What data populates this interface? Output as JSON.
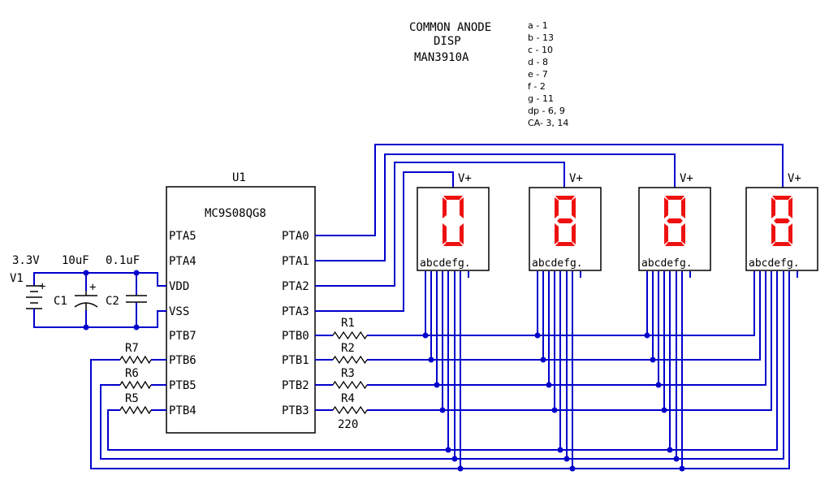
{
  "header": {
    "title_lines": [
      "COMMON ANODE",
      "DISP",
      "MAN3910A"
    ]
  },
  "pin_map": [
    "a - 1",
    "b - 13",
    "c - 10",
    "d - 8",
    "e - 7",
    "f - 2",
    "g - 11",
    "dp - 6, 9",
    "CA- 3, 14"
  ],
  "mcu": {
    "ref": "U1",
    "part": "MC9S08QG8",
    "left_pins": [
      "PTA5",
      "PTA4",
      "VDD",
      "VSS",
      "PTB7",
      "PTB6",
      "PTB5",
      "PTB4"
    ],
    "right_pins": [
      "PTA0",
      "PTA1",
      "PTA2",
      "PTA3",
      "PTB0",
      "PTB1",
      "PTB2",
      "PTB3"
    ]
  },
  "power": {
    "battery_ref": "V1",
    "battery_value": "3.3V",
    "c1_ref": "C1",
    "c1_value": "10uF",
    "c2_ref": "C2",
    "c2_value": "0.1uF",
    "plus": "+"
  },
  "resistors": {
    "right": [
      "R1",
      "R2",
      "R3",
      "R4"
    ],
    "right_value": "220",
    "left": [
      "R7",
      "R6",
      "R5"
    ]
  },
  "displays": [
    {
      "supply": "V+",
      "segments": "abcdefg."
    },
    {
      "supply": "V+",
      "segments": "abcdefg."
    },
    {
      "supply": "V+",
      "segments": "abcdefg."
    },
    {
      "supply": "V+",
      "segments": "abcdefg."
    }
  ],
  "colors": {
    "wire": "#0000cc",
    "led_segment": "#ee1111",
    "outline": "#000000"
  }
}
